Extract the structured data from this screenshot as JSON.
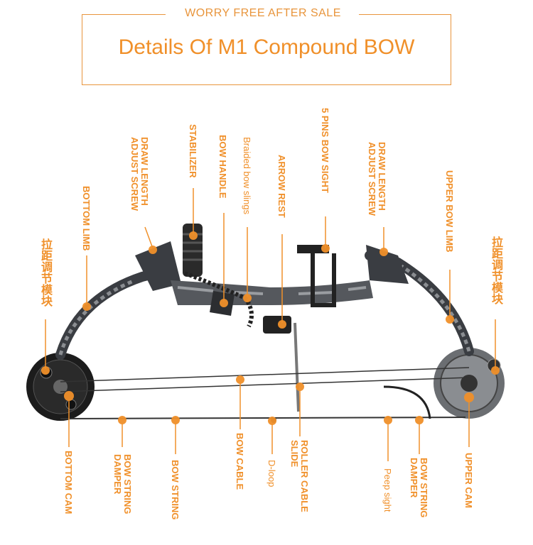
{
  "header": {
    "subtitle": "WORRY FREE AFTER SALE",
    "title": "Details Of M1 Compound BOW"
  },
  "colors": {
    "accent": "#f0902a",
    "bow": "#3a3d42",
    "cam": "#1c1c1c"
  },
  "labels": {
    "zh_left": "拉距调节模块",
    "bottom_limb": "BOTTOM LIMB",
    "draw_length_left": "DRAW LENGTH\nADJUST SCREW",
    "stabilizer": "STABILIZER",
    "bow_handle": "BOW HANDLE",
    "braided_slings": "Braided bow slings",
    "arrow_rest": "ARROW REST",
    "pins_sight": "5 PINS BOW SIGHT",
    "draw_length_right": "DRAW LENGTH\nADJUST SCREW",
    "upper_limb": "UPPER BOW LIMB",
    "zh_right": "拉距调节模块",
    "bottom_cam": "BOTTOM CAM",
    "string_damper_left": "BOW STRING\nDAMPER",
    "bow_string": "BOW STRING",
    "bow_cable": "BOW CABLE",
    "d_loop": "D-loop",
    "roller_slide": "ROLLER CABLE\nSLIDE",
    "peep_sight": "Peep sight",
    "string_damper_right": "BOW STRING\nDAMPER",
    "upper_cam": "UPPER CAM"
  }
}
